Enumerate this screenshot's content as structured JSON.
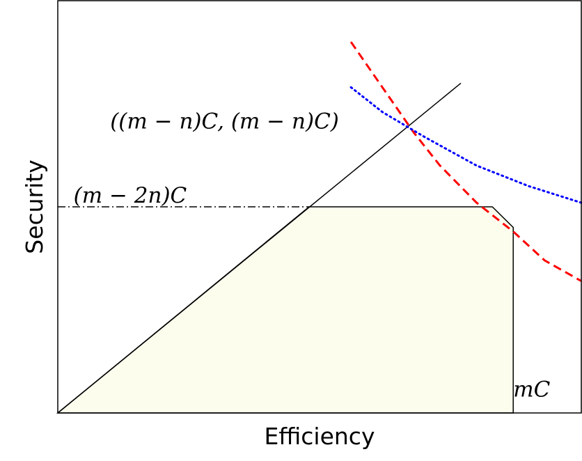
{
  "chart_data": {
    "type": "area",
    "xlabel": "Efficiency",
    "ylabel": "Security",
    "grid": false,
    "xlim": [
      0,
      1
    ],
    "ylim": [
      0,
      1
    ],
    "feasible_region": {
      "fill": "#fdfdee",
      "points": [
        [
          0,
          0
        ],
        [
          0.48,
          0.5
        ],
        [
          0.83,
          0.5
        ],
        [
          0.87,
          0.45
        ],
        [
          0.87,
          0
        ]
      ]
    },
    "series": [
      {
        "line_style": "solid",
        "color": "#000000",
        "points": [
          [
            0,
            0
          ],
          [
            0.77,
            0.8
          ]
        ]
      },
      {
        "line_style": "dashdot",
        "color": "#000000",
        "points": [
          [
            0,
            0.5
          ],
          [
            0.48,
            0.5
          ]
        ]
      },
      {
        "line_style": "dashed",
        "color": "#ff0000",
        "points": [
          [
            0.56,
            0.9
          ],
          [
            0.62,
            0.79
          ],
          [
            0.68,
            0.68
          ],
          [
            0.73,
            0.6
          ],
          [
            0.8,
            0.51
          ],
          [
            0.87,
            0.44
          ],
          [
            0.93,
            0.37
          ],
          [
            1,
            0.32
          ]
        ]
      },
      {
        "line_style": "dotted",
        "color": "#0000ff",
        "points": [
          [
            0.56,
            0.79
          ],
          [
            0.62,
            0.73
          ],
          [
            0.7,
            0.67
          ],
          [
            0.8,
            0.6
          ],
          [
            0.9,
            0.55
          ],
          [
            1,
            0.51
          ]
        ]
      }
    ],
    "annotations": [
      {
        "text": "((m − n)C, (m − n)C)",
        "x": 0.1,
        "y": 0.69
      },
      {
        "text": "(m − 2n)C",
        "x": 0.03,
        "y": 0.51
      },
      {
        "text": "mC",
        "x": 0.87,
        "y": 0.04
      }
    ]
  }
}
